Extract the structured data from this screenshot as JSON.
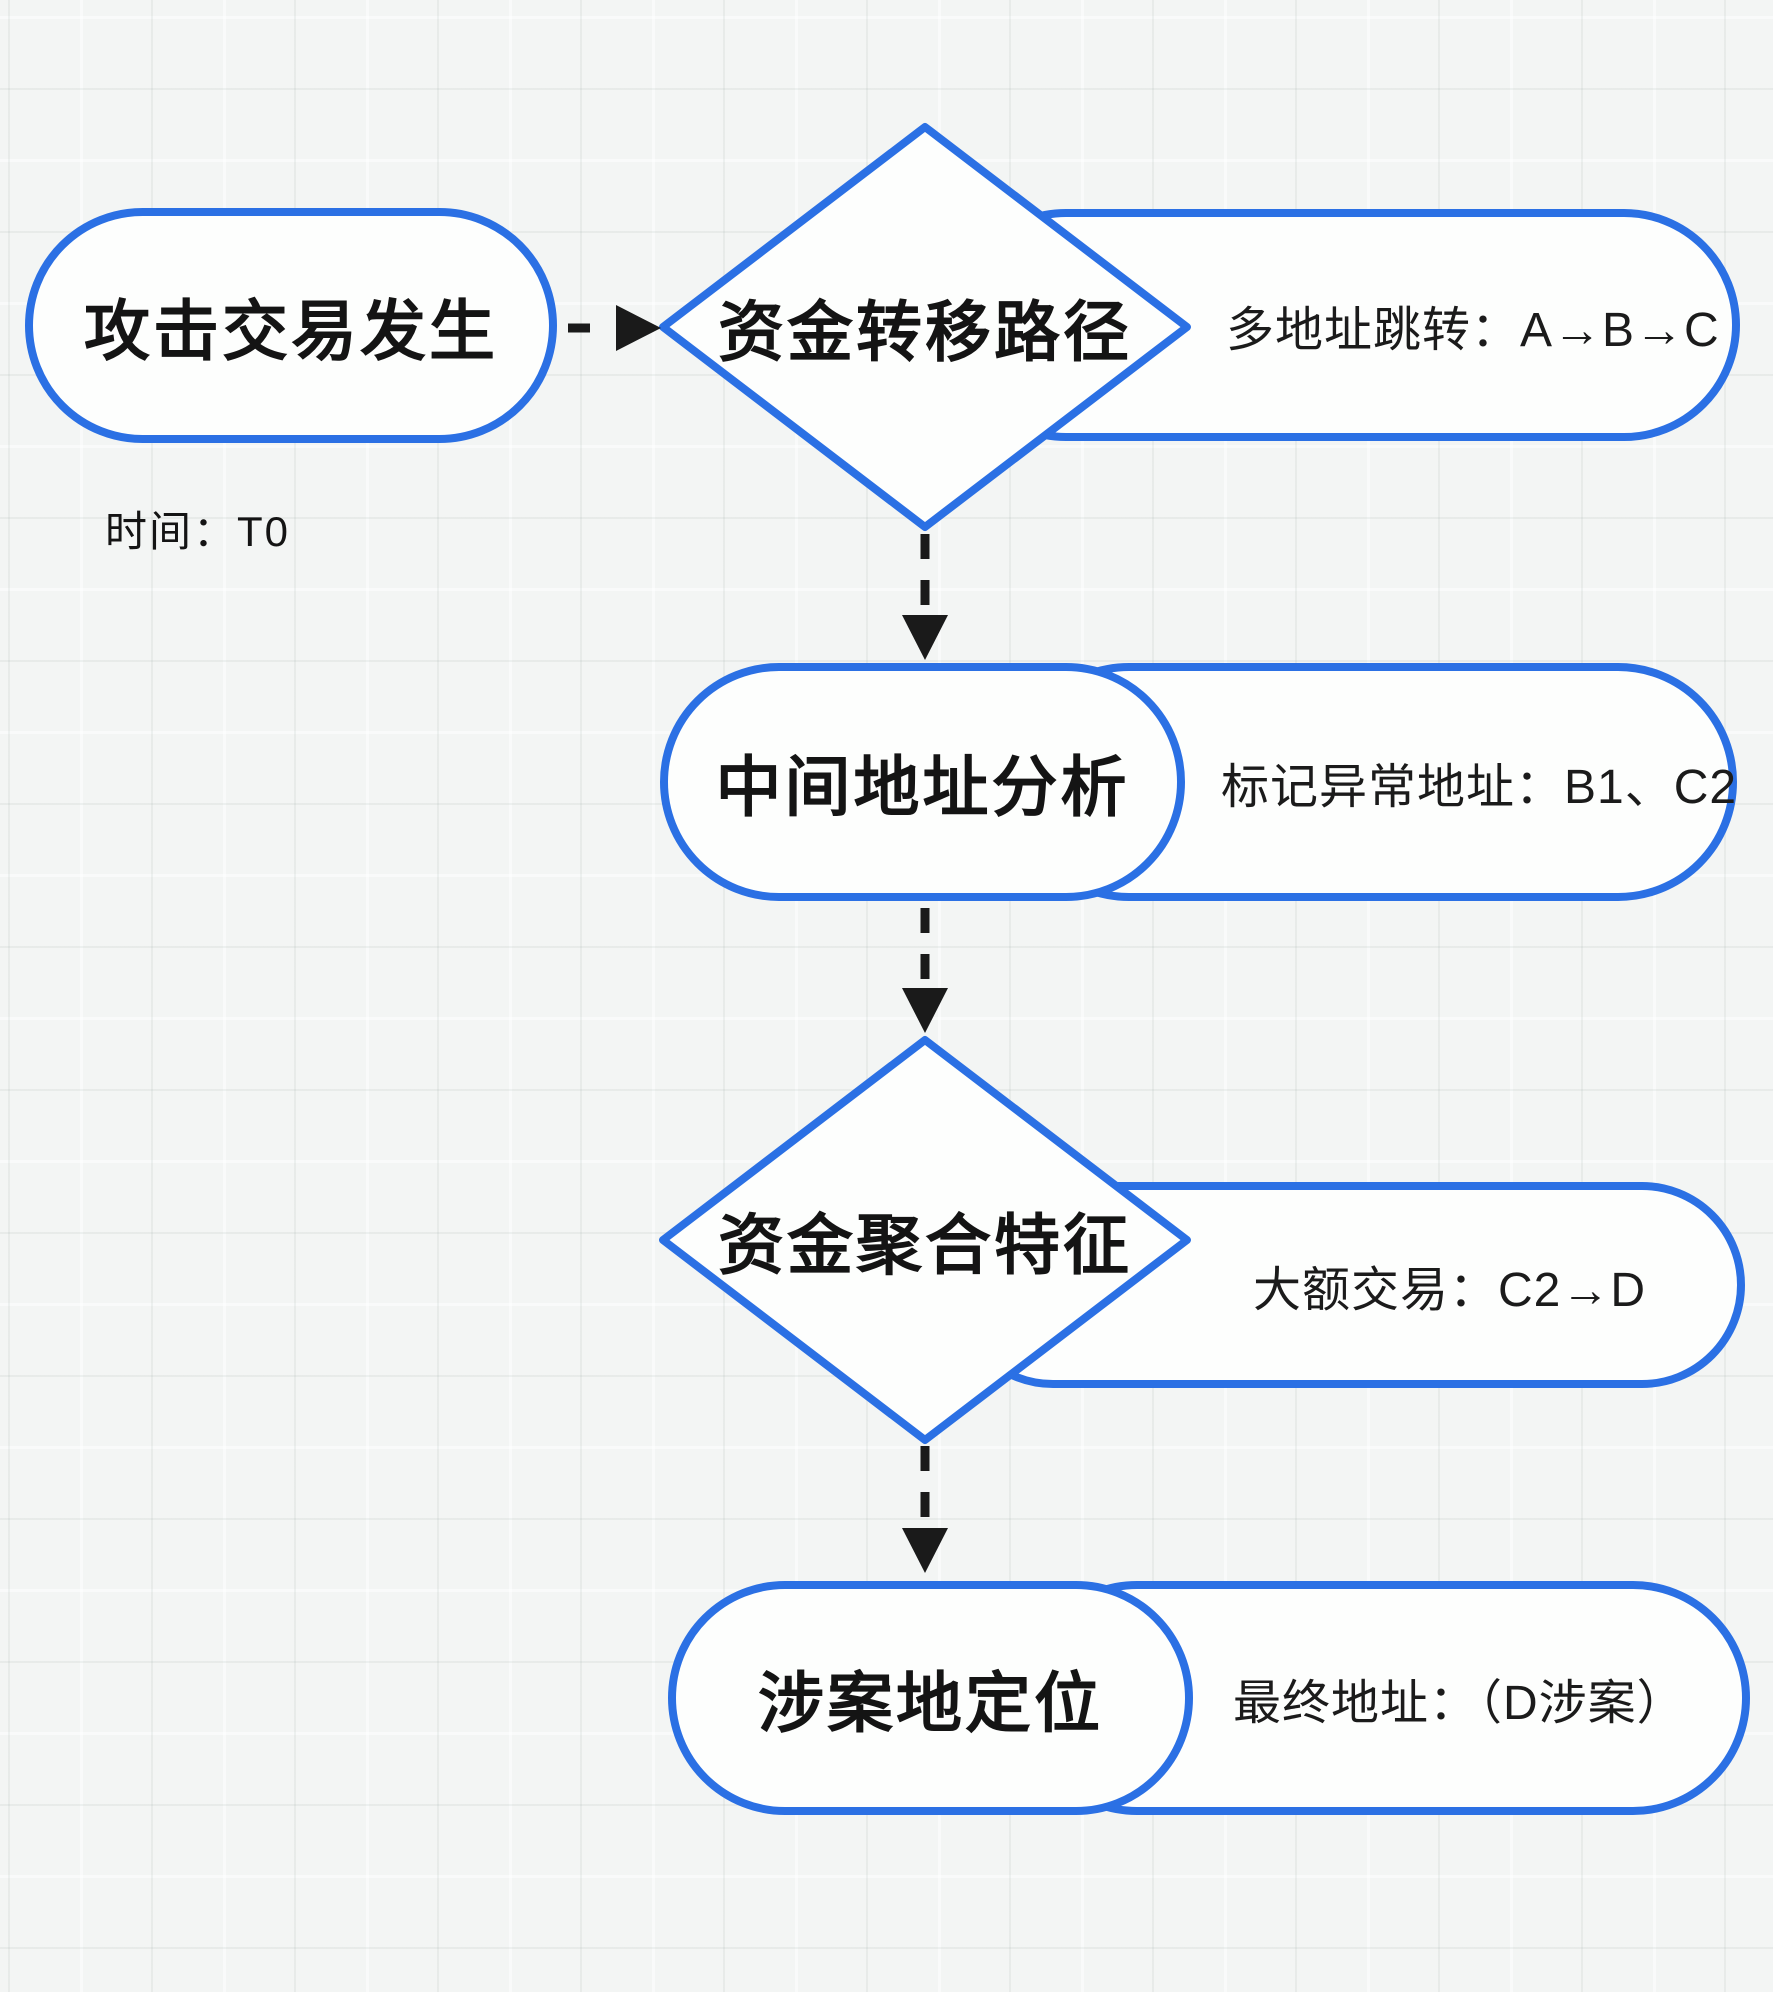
{
  "diagram_type": "flowchart",
  "colors": {
    "accent_blue": "#2b70e4",
    "text_black": "#141414",
    "connector_black": "#1a1a1a",
    "shape_fill": "#fdfefd",
    "canvas_bg": "#f3f5f4"
  },
  "flow": {
    "start": {
      "title": "攻击交易发生",
      "note": "时间：T0"
    },
    "step1": {
      "title": "资金转移路径",
      "annotation": "多地址跳转：A→B→C"
    },
    "step2": {
      "title": "中间地址分析",
      "annotation": "标记异常地址：B1、C2"
    },
    "step3": {
      "title": "资金聚合特征",
      "annotation": "大额交易：C2→D"
    },
    "step4": {
      "title": "涉案地定位",
      "annotation": "最终地址：（D涉案）"
    }
  }
}
